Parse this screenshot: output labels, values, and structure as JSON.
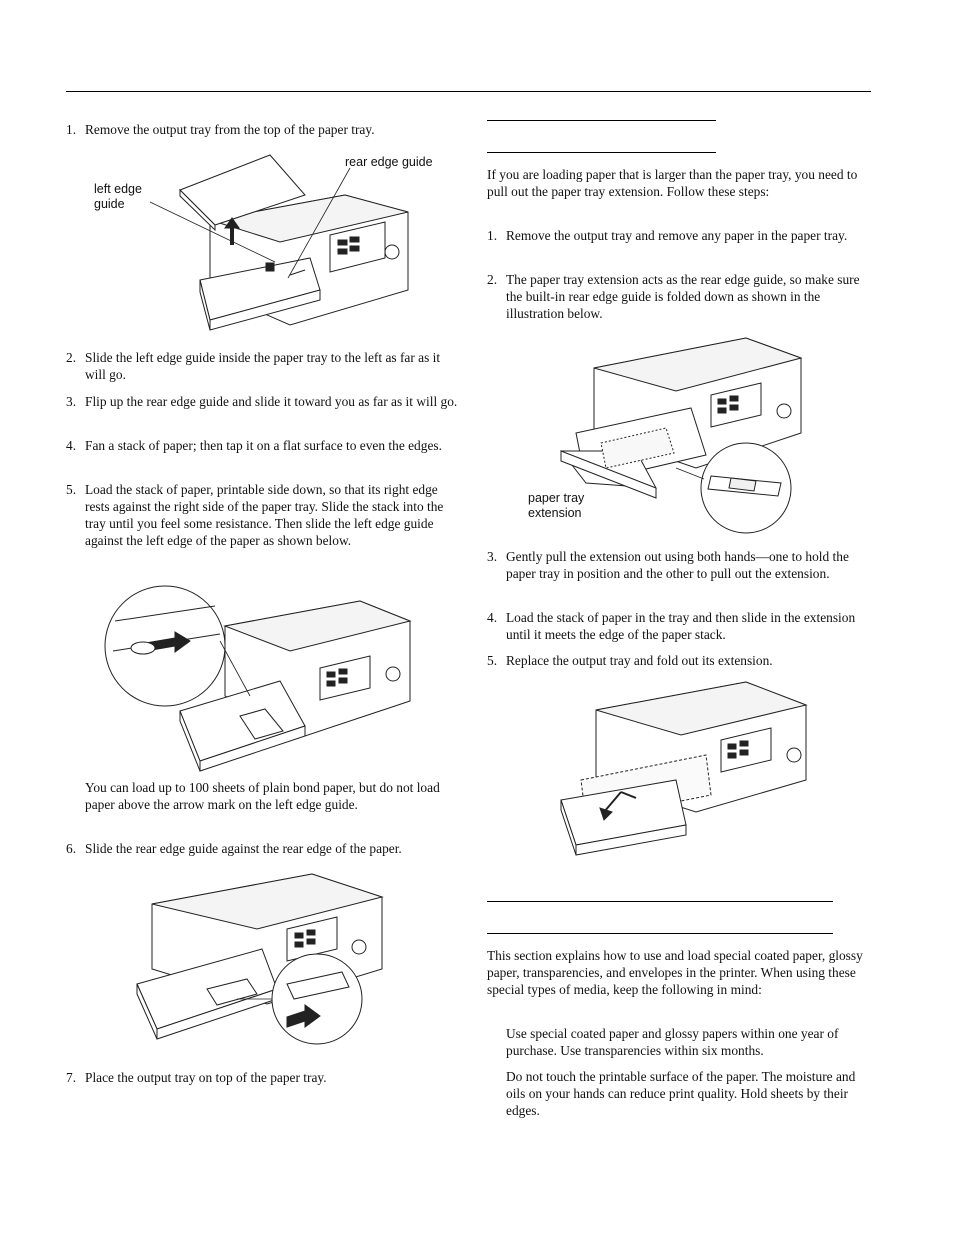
{
  "left": {
    "step1": {
      "num": "1.",
      "text": "Remove the output tray from the top of the paper tray."
    },
    "fig1_labels": {
      "left_edge_guide_line1": "left edge",
      "left_edge_guide_line2": "guide",
      "rear_edge_guide": "rear edge guide"
    },
    "step2": {
      "num": "2.",
      "text": "Slide the left edge guide inside the paper tray to the left as far as it will go."
    },
    "step3": {
      "num": "3.",
      "text": "Flip up the rear edge guide and slide it toward you as far as it will go."
    },
    "step4": {
      "num": "4.",
      "text": "Fan a stack of paper; then tap it on a flat surface to even the edges."
    },
    "step5": {
      "num": "5.",
      "text": "Load the stack of paper, printable side down, so that its right edge rests against the right side of the paper tray. Slide the stack into the tray until you feel some resistance. Then slide the left edge guide against the left edge of the paper as shown below."
    },
    "note": "You can load up to 100 sheets of plain bond paper, but do not load paper above the arrow mark on the left edge guide.",
    "step6": {
      "num": "6.",
      "text": "Slide the rear edge guide against the rear edge of the paper."
    },
    "step7": {
      "num": "7.",
      "text": "Place the output tray on top of the paper tray."
    }
  },
  "right": {
    "intro": "If you are loading paper that is larger than the paper tray, you need to pull out the paper tray extension. Follow these steps:",
    "step1": {
      "num": "1.",
      "text": "Remove the output tray and remove any paper in the paper tray."
    },
    "step2": {
      "num": "2.",
      "text": "The paper tray extension acts as the rear edge guide, so make sure the built-in rear edge guide is folded down as shown in the illustration below."
    },
    "fig_label_line1": "paper tray",
    "fig_label_line2": "extension",
    "step3": {
      "num": "3.",
      "text": "Gently pull the extension out using both hands—one to hold the paper tray in position and the other to pull out the extension."
    },
    "step4": {
      "num": "4.",
      "text": "Load the stack of paper in the tray and then slide in the extension until it meets the edge of the paper stack."
    },
    "step5": {
      "num": "5.",
      "text": "Replace the output tray and fold out its extension."
    },
    "section_intro": "This section explains how to use and load special coated paper, glossy paper, transparencies, and envelopes in the printer. When using these special types of media, keep the following in mind:",
    "bullet1": "Use special coated paper and glossy papers within one year of purchase. Use transparencies within six months.",
    "bullet2": "Do not touch the printable surface of the paper. The moisture and oils on your hands can reduce print quality. Hold sheets by their edges."
  }
}
